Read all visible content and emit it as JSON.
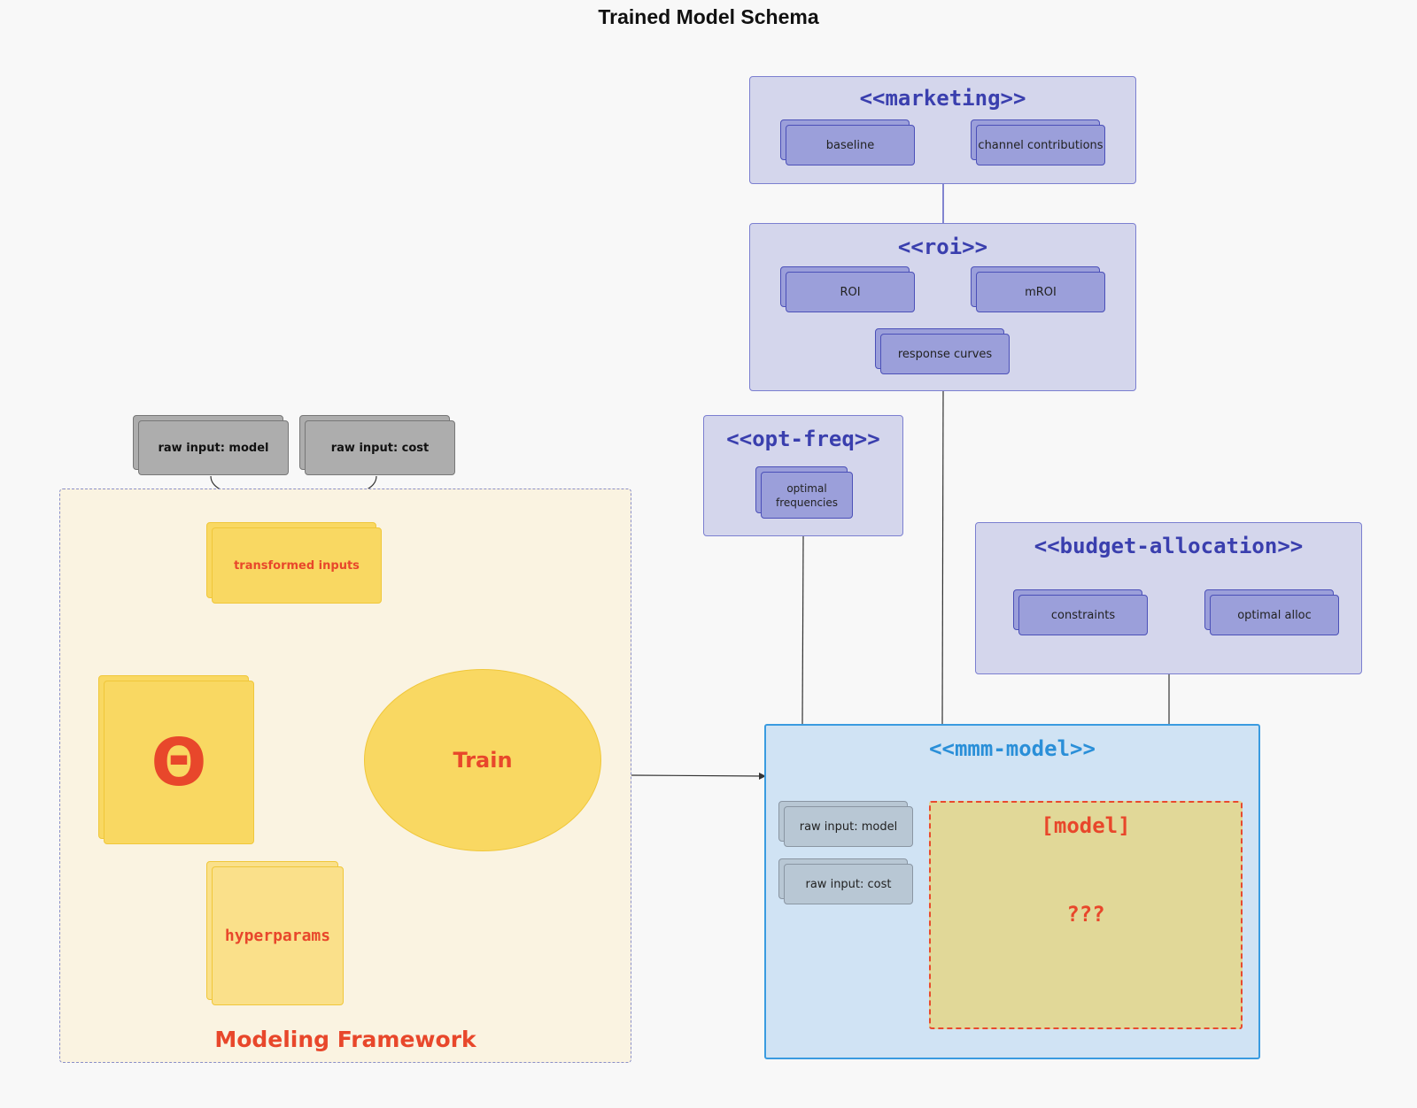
{
  "title": "Trained Model Schema",
  "marketing": {
    "title": "<<marketing>>",
    "baseline": "baseline",
    "channel_contributions": "channel contributions"
  },
  "roi": {
    "title": "<<roi>>",
    "roi": "ROI",
    "mroi": "mROI",
    "response_curves": "response curves"
  },
  "opt_freq": {
    "title": "<<opt-freq>>",
    "optimal_frequencies": "optimal frequencies"
  },
  "budget": {
    "title": "<<budget-allocation>>",
    "constraints": "constraints",
    "optimal_alloc": "optimal alloc"
  },
  "inputs": {
    "raw_model": "raw input: model",
    "raw_cost": "raw input: cost"
  },
  "framework": {
    "label": "Modeling Framework",
    "transformed": "transformed inputs",
    "theta": "Θ",
    "train": "Train",
    "hyperparams": "hyperparams"
  },
  "mmm": {
    "title": "<<mmm-model>>",
    "raw_model": "raw input: model",
    "raw_cost": "raw input: cost",
    "model_title": "[model]",
    "model_body": "???"
  },
  "colors": {
    "accent_red": "#e8472b",
    "purple": "#3a3fae",
    "blue": "#3a9be0",
    "yellow": "#f9d862"
  }
}
